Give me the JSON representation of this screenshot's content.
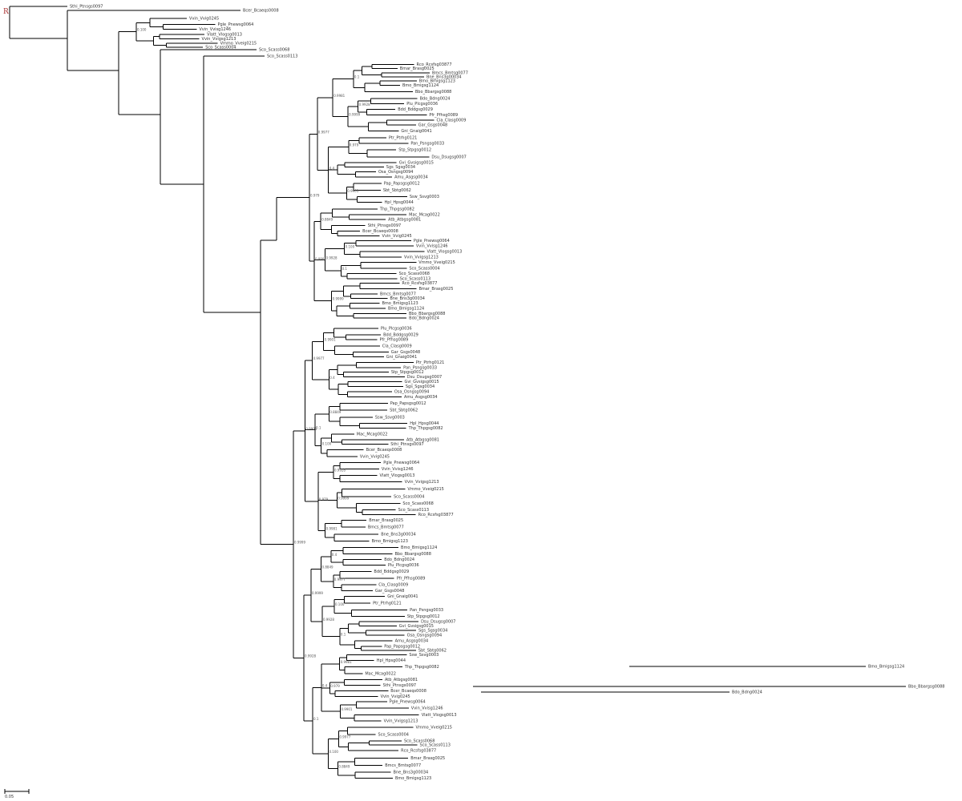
{
  "root_marker": "R",
  "scale_bar": {
    "label": "0.05"
  },
  "highlight_color": "#0000cc",
  "tip_color": "#333333",
  "taxa": [
    "Sthi_Ptnsgs0097",
    "Bcer_Bcaeqs0008",
    "Vvin_Vvig0245",
    "Pgle_Pnewsg0064",
    "Vvin_Vvisg1246",
    "Vlatt_Vlogsg0013",
    "Vvin_Vvigsg1213",
    "Vmmo_Vveig0215",
    "Sco_Scass0004",
    "Sco_Scass0068",
    "Sco_Scass0113",
    "Rco_Rcsfsg03877",
    "Bmar_Brasg0025",
    "Bmcs_Bmtsg0077",
    "Bne_Bns3g00034",
    "Bmo_Bmigsg1123",
    "Bmo_Bmigsg1124",
    "Bbo_Bbargsg0088",
    "Bdo_Bdng0024",
    "Plu_Plcgsg0036",
    "Bdd_Bddgsg0029",
    "Pfr_Pfhsg0089",
    "Cla_Clasg0009",
    "Gar_Gsgs0048",
    "Gni_Gnaig0041",
    "Ptr_Ptrhg0121",
    "Pan_Psngsg0033",
    "Stp_Stpgsg0012",
    "Dsu_Dsugsg0007",
    "Gvi_Gvsigsg0015",
    "Sgs_Sgsg0034",
    "Osa_Osngsg0094",
    "Amu_Asgsg0034",
    "Pap_Papsgsg0012",
    "Sbt_Sbtg0062",
    "Ssw_Ssvg0003",
    "Hpl_Hpsg0044",
    "Thp_Thpgsg0082",
    "Mac_Mcag0022",
    "Atb_Atbgsg0081"
  ],
  "node_values": [
    "0.100",
    "0.1",
    "0.9928",
    "0.9999",
    "0.9981",
    "0.979",
    "0.9901",
    "0.4",
    "0.9977",
    "0.8849"
  ]
}
